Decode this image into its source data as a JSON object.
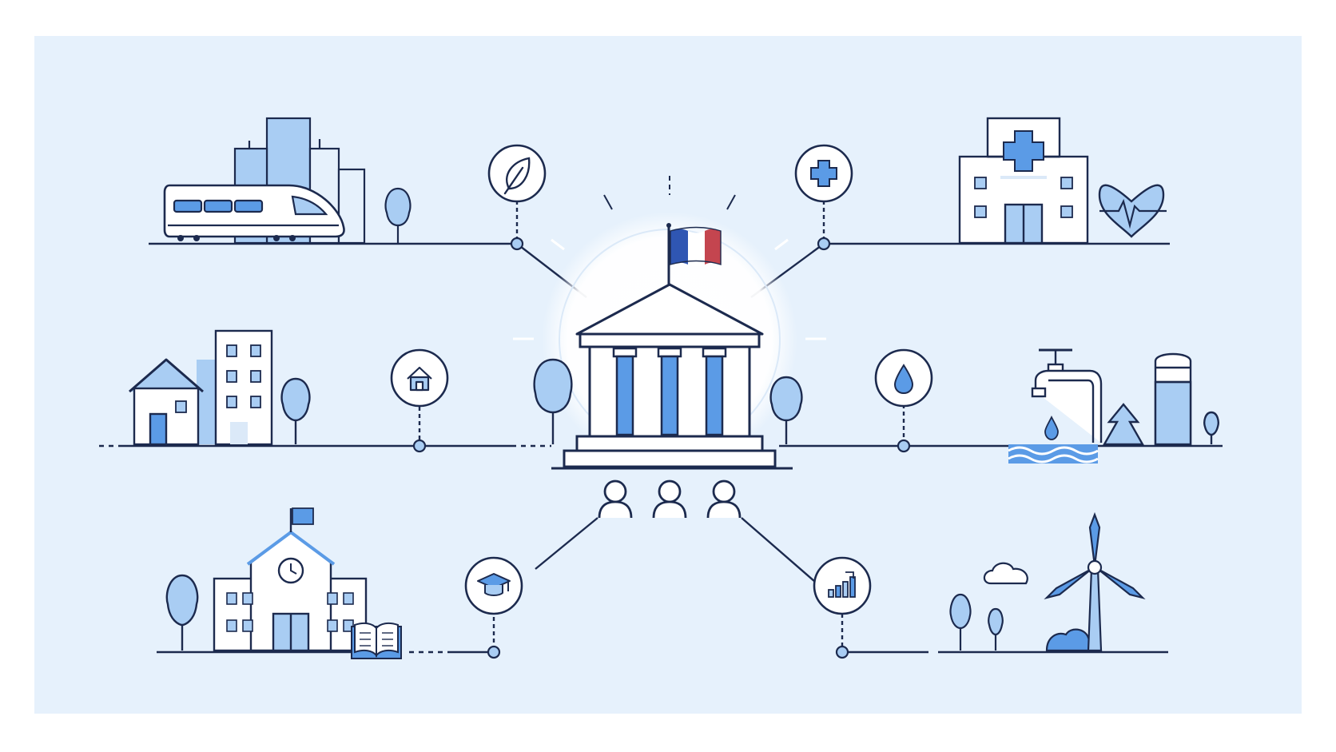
{
  "colors": {
    "page_bg": "#ffffff",
    "panel_bg": "#e6f1fc",
    "line_navy": "#1c2a4e",
    "accent_blue": "#5b9be6",
    "light_blue": "#a9cdf3",
    "flag_blue": "#2f56b3",
    "flag_white": "#ffffff",
    "flag_red": "#c4454f"
  },
  "diagram": {
    "center": {
      "name": "government-building",
      "has_flag": true,
      "flag": "france"
    },
    "people_count": 3,
    "connections": [
      {
        "theme": "environment",
        "icon": "leaf-icon",
        "scene": "city-train"
      },
      {
        "theme": "health",
        "icon": "medical-cross-icon",
        "scene": "hospital"
      },
      {
        "theme": "housing",
        "icon": "house-icon",
        "scene": "housing"
      },
      {
        "theme": "water",
        "icon": "water-drop-icon",
        "scene": "water-infrastructure"
      },
      {
        "theme": "education",
        "icon": "graduation-cap-icon",
        "scene": "school"
      },
      {
        "theme": "economy",
        "icon": "bar-chart-icon",
        "scene": "renewable-energy"
      }
    ]
  }
}
